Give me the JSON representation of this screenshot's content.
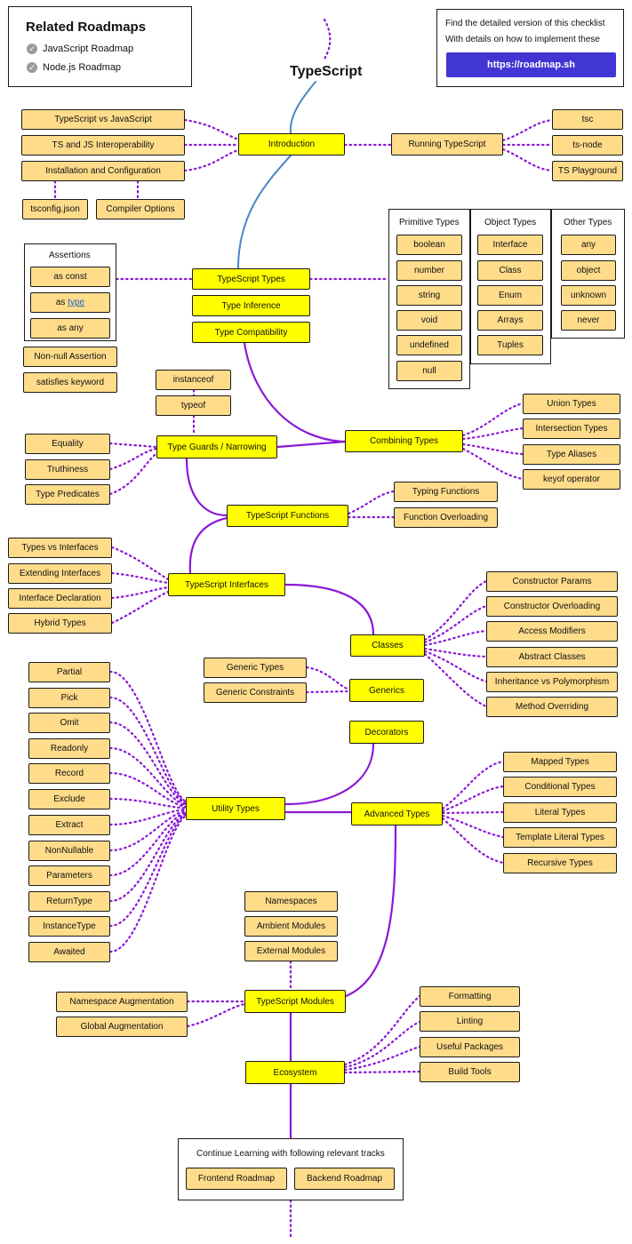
{
  "title": "TypeScript",
  "related": {
    "heading": "Related Roadmaps",
    "items": [
      "JavaScript Roadmap",
      "Node.js Roadmap"
    ]
  },
  "info": {
    "line1": "Find the detailed version of this checklist",
    "line2": "With details on how to implement these",
    "cta": "https://roadmap.sh"
  },
  "intro": {
    "main": "Introduction",
    "subs": [
      "TypeScript vs JavaScript",
      "TS and JS Interoperability",
      "Installation and Configuration"
    ],
    "install_children": [
      "tsconfig.json",
      "Compiler Options"
    ],
    "running": "Running TypeScript",
    "running_subs": [
      "tsc",
      "ts-node",
      "TS Playground"
    ]
  },
  "types": {
    "main": "TypeScript Types",
    "inference": "Type Inference",
    "compatibility": "Type Compatibility",
    "assertions_heading": "Assertions",
    "assertions": [
      {
        "pre": "as const",
        "link": ""
      },
      {
        "pre": "as ",
        "link": "type"
      },
      {
        "pre": "as any",
        "link": ""
      }
    ],
    "non_null": "Non-null Assertion",
    "satisfies": "satisfies keyword",
    "primitive": {
      "heading": "Primitive Types",
      "items": [
        "boolean",
        "number",
        "string",
        "void",
        "undefined",
        "null"
      ]
    },
    "object": {
      "heading": "Object Types",
      "items": [
        "Interface",
        "Class",
        "Enum",
        "Arrays",
        "Tuples"
      ]
    },
    "other": {
      "heading": "Other Types",
      "items": [
        "any",
        "object",
        "unknown",
        "never"
      ]
    }
  },
  "combining": {
    "main": "Combining Types",
    "subs": [
      "Union Types",
      "Intersection Types",
      "Type Aliases",
      "keyof operator"
    ]
  },
  "guards": {
    "main": "Type Guards / Narrowing",
    "top": [
      "instanceof",
      "typeof"
    ],
    "left": [
      "Equality",
      "Truthiness",
      "Type Predicates"
    ]
  },
  "functions": {
    "main": "TypeScript Functions",
    "subs": [
      "Typing Functions",
      "Function Overloading"
    ]
  },
  "interfaces": {
    "main": "TypeScript Interfaces",
    "subs": [
      "Types vs Interfaces",
      "Extending Interfaces",
      "Interface Declaration",
      "Hybrid Types"
    ]
  },
  "classes": {
    "main": "Classes",
    "subs": [
      "Constructor Params",
      "Constructor Overloading",
      "Access Modifiers",
      "Abstract Classes",
      "Inheritance vs Polymorphism",
      "Method Overriding"
    ]
  },
  "generics": {
    "main": "Generics",
    "subs": [
      "Generic Types",
      "Generic Constraints"
    ]
  },
  "decorators": {
    "main": "Decorators"
  },
  "utility": {
    "main": "Utility Types",
    "subs": [
      "Partial",
      "Pick",
      "Omit",
      "Readonly",
      "Record",
      "Exclude",
      "Extract",
      "NonNullable",
      "Parameters",
      "ReturnType",
      "InstanceType",
      "Awaited"
    ]
  },
  "advanced": {
    "main": "Advanced Types",
    "subs": [
      "Mapped Types",
      "Conditional Types",
      "Literal Types",
      "Template Literal Types",
      "Recursive Types"
    ]
  },
  "modules": {
    "main": "TypeScript Modules",
    "top": [
      "Namespaces",
      "Ambient Modules",
      "External Modules"
    ],
    "left": [
      "Namespace Augmentation",
      "Global Augmentation"
    ]
  },
  "ecosystem": {
    "main": "Ecosystem",
    "subs": [
      "Formatting",
      "Linting",
      "Useful Packages",
      "Build Tools"
    ]
  },
  "continue": {
    "heading": "Continue Learning with following relevant tracks",
    "tracks": [
      "Frontend Roadmap",
      "Backend Roadmap"
    ]
  },
  "colors": {
    "main_node": "#ffff00",
    "sub_node": "#fedc8a",
    "path": "#8b18d6",
    "intro_path": "#4a86c8",
    "cta": "#4136d4"
  }
}
